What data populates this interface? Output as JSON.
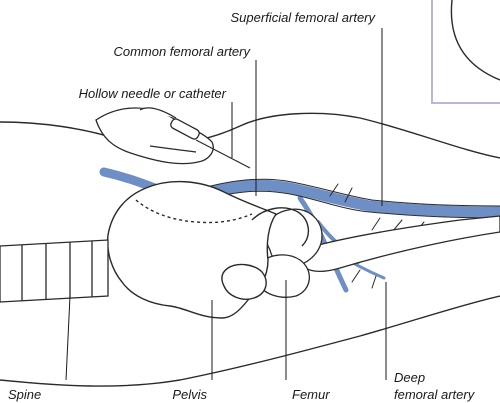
{
  "labels": {
    "superficial_femoral_artery": "Superficial femoral artery",
    "common_femoral_artery": "Common femoral artery",
    "hollow_needle": "Hollow needle or catheter",
    "spine": "Spine",
    "pelvis": "Pelvis",
    "femur": "Femur",
    "deep_femoral_artery_line1": "Deep",
    "deep_femoral_artery_line2": "femoral artery"
  },
  "colors": {
    "artery": "#6e8fc6",
    "artery_dark": "#4a6aa6",
    "outline": "#2a2a2a",
    "inset_border": "#b9b6dd"
  }
}
